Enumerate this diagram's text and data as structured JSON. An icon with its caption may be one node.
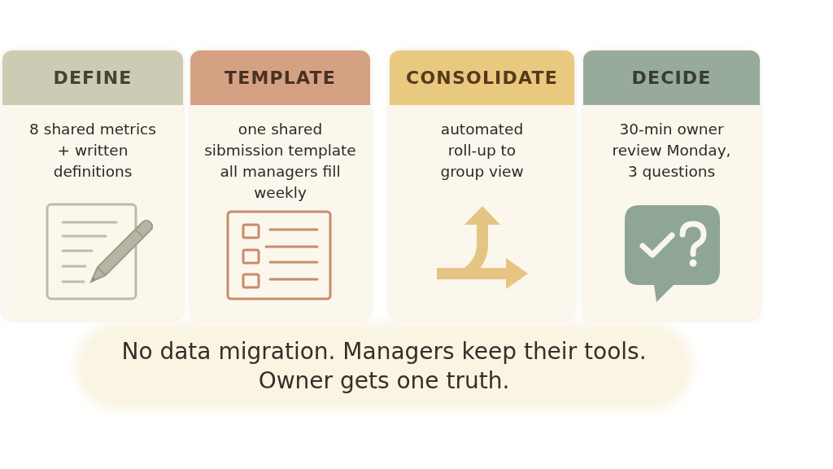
{
  "diagram": {
    "caption": "No data migration. Managers keep their tools. Owner gets one truth.",
    "nodes": [
      {
        "text": [
          "DEFINE",
          "8 shared metrics + written definitions"
        ]
      },
      {
        "text": [
          "TEMPLATE",
          "one shared sibmission template all managers fill weekly"
        ]
      },
      {
        "text": [
          "CONSOLIDATE",
          "automated roll-up to group view"
        ]
      },
      {
        "text": [
          "DECIDE",
          "30-min owner review Monday, 3 questions"
        ]
      }
    ]
  }
}
